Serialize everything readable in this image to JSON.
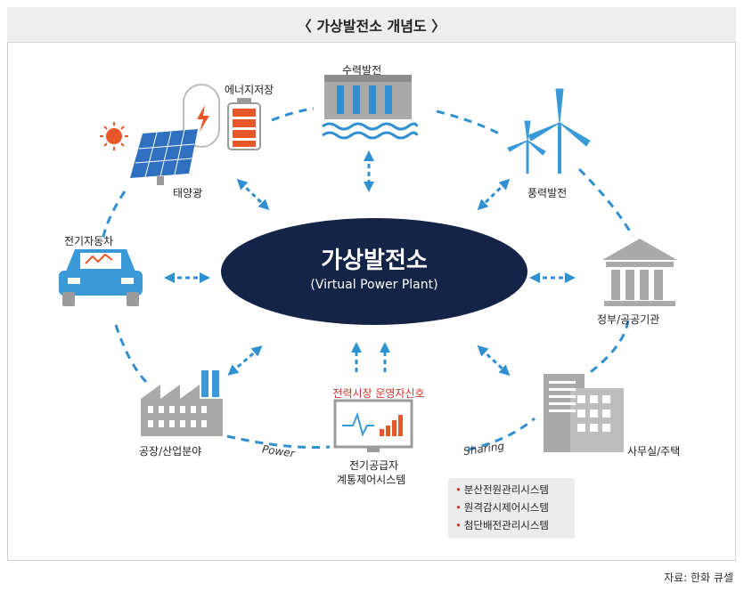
{
  "title": "〈 가상발전소 개념도 〉",
  "center": {
    "title": "가상발전소",
    "subtitle": "(Virtual Power Plant)"
  },
  "nodes": {
    "hydro": "수력발전",
    "storage": "에너지저장",
    "solar": "태양광",
    "wind": "풍력발전",
    "ev": "전기자동차",
    "government": "정부/공공기관",
    "factory": "공장/산업분야",
    "office": "사무실/주택",
    "supplier_line1": "전기공급자",
    "supplier_line2": "계통제어시스템",
    "signal": "전력시장 운영자신호"
  },
  "flow_labels": {
    "power": "Power",
    "sharing": "Sharing"
  },
  "systems": [
    "분산전원관리시스템",
    "원격감시제어시스템",
    "첨단배전관리시스템"
  ],
  "source": "자료: 한화 큐셀",
  "colors": {
    "accent_blue": "#2f8fcf",
    "navy": "#142447",
    "red": "#d8342c",
    "orange": "#e8572a",
    "gray": "#a9a9a9"
  }
}
